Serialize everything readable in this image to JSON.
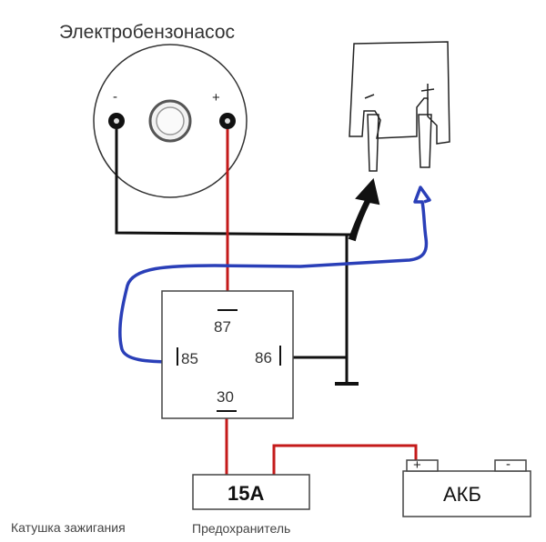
{
  "pump": {
    "title": "Электробензонасос",
    "minus": "-",
    "plus": "+"
  },
  "relay": {
    "pin_87": "87",
    "pin_85": "85",
    "pin_86": "86",
    "pin_30": "30"
  },
  "fuse": {
    "label": "15A",
    "caption": "Предохранитель"
  },
  "battery": {
    "label": "АКБ",
    "plus": "+",
    "minus": "-"
  },
  "coil": {
    "caption": "Катушка зажигания"
  },
  "colors": {
    "red_wire": "#c41a1a",
    "blue_wire": "#2a3fb8",
    "black_wire": "#111111",
    "outline": "#333333"
  }
}
